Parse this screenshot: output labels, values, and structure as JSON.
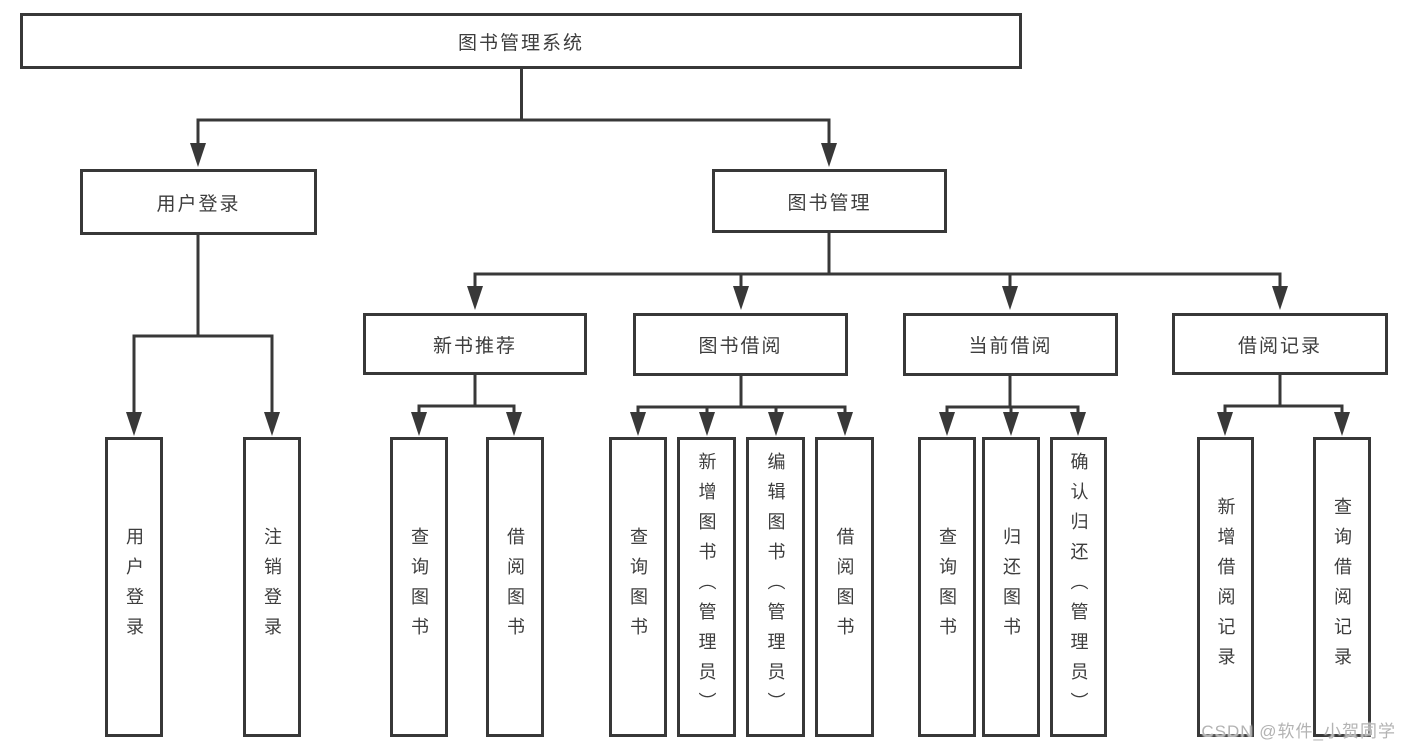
{
  "tree": {
    "label": "图书管理系统",
    "children": [
      {
        "label": "用户登录",
        "children": [
          {
            "label": "用户登录"
          },
          {
            "label": "注销登录"
          }
        ]
      },
      {
        "label": "图书管理",
        "children": [
          {
            "label": "新书推荐",
            "children": [
              {
                "label": "查询图书"
              },
              {
                "label": "借阅图书"
              }
            ]
          },
          {
            "label": "图书借阅",
            "children": [
              {
                "label": "查询图书"
              },
              {
                "label": "新增图书（管理员）"
              },
              {
                "label": "编辑图书（管理员）"
              },
              {
                "label": "借阅图书"
              }
            ]
          },
          {
            "label": "当前借阅",
            "children": [
              {
                "label": "查询图书"
              },
              {
                "label": "归还图书"
              },
              {
                "label": "确认归还（管理员）"
              }
            ]
          },
          {
            "label": "借阅记录",
            "children": [
              {
                "label": "新增借阅记录"
              },
              {
                "label": "查询借阅记录"
              }
            ]
          }
        ]
      }
    ]
  },
  "watermark": {
    "text": "CSDN @软件_小贺同学"
  },
  "colors": {
    "line": "#383838",
    "text": "#3d3d3d",
    "watermark": "#b3b3b3",
    "background": "#ffffff"
  }
}
